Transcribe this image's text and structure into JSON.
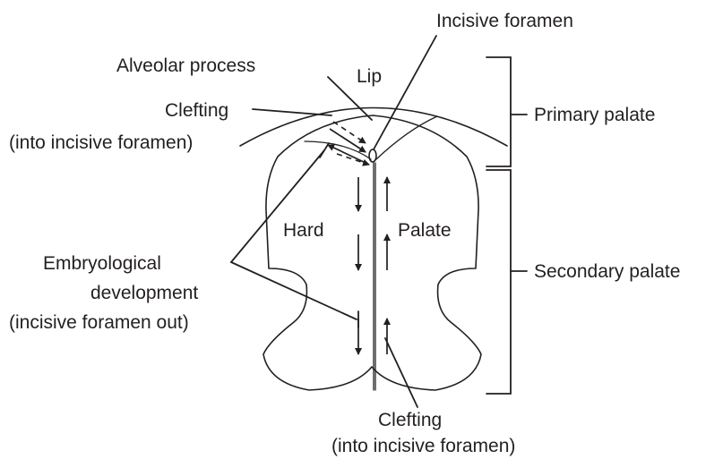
{
  "labels": {
    "incisive_foramen": "Incisive  foramen",
    "alveolar_process": "Alveolar process",
    "lip": "Lip",
    "primary_palate": "Primary palate",
    "clefting_top_line1": "Clefting",
    "clefting_top_line2": "(into incisive foramen)",
    "hard": "Hard",
    "palate": "Palate",
    "secondary_palate": "Secondary palate",
    "embryological_line1": "Embryological",
    "embryological_line2": "development",
    "embryological_line3": "(incisive foramen out)",
    "clefting_bottom_line1": "Clefting",
    "clefting_bottom_line2": "(into incisive foramen)"
  }
}
